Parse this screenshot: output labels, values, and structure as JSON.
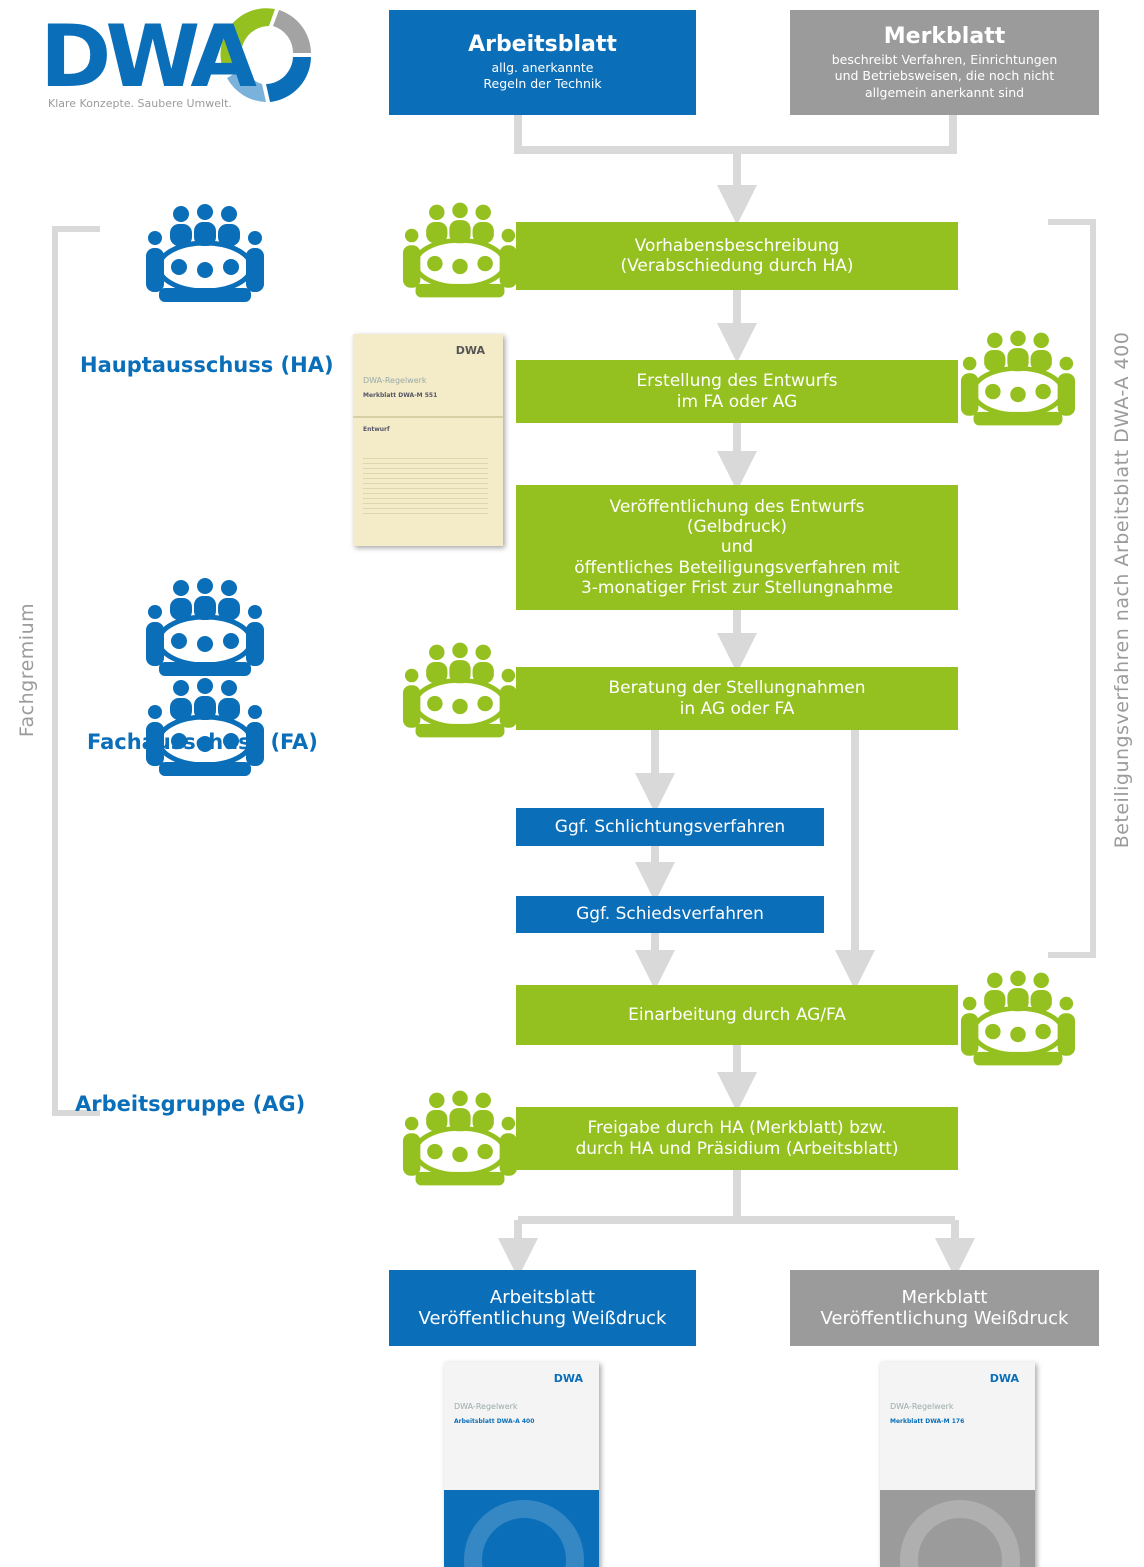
{
  "logo": {
    "text": "DWA",
    "tagline": "Klare Konzepte. Saubere Umwelt."
  },
  "top_boxes": {
    "arbeitsblatt": {
      "title": "Arbeitsblatt",
      "line1": "allg. anerkannte",
      "line2": "Regeln der Technik"
    },
    "merkblatt": {
      "title": "Merkblatt",
      "line1": "beschreibt Verfahren, Einrichtungen",
      "line2": "und Betriebsweisen, die noch nicht",
      "line3": "allgemein anerkannt sind"
    }
  },
  "committees": {
    "ha": "Hauptausschuss (HA)",
    "fa": "Fachausschuss (FA)",
    "ag": "Arbeitsgruppe (AG)"
  },
  "side_labels": {
    "left": "Fachgremium",
    "right": "Beteiligungsverfahren nach Arbeitsblatt DWA-A 400"
  },
  "steps": {
    "vorhaben": {
      "line1": "Vorhabensbeschreibung",
      "line2": "(Verabschiedung durch HA)"
    },
    "erstellung": {
      "line1": "Erstellung des Entwurfs",
      "line2": "im FA oder AG"
    },
    "veroeffentlichung": {
      "line1": "Veröffentlichung des Entwurfs",
      "line2": "(Gelbdruck)",
      "line3": "und",
      "line4": "öffentliches Beteiligungsverfahren mit",
      "line5": "3-monatiger Frist zur Stellungnahme"
    },
    "beratung": {
      "line1": "Beratung der Stellungnahmen",
      "line2": "in AG oder FA"
    },
    "schlichtung": "Ggf. Schlichtungsverfahren",
    "schieds": "Ggf. Schiedsverfahren",
    "einarbeitung": "Einarbeitung durch AG/FA",
    "freigabe": {
      "line1": "Freigabe durch HA (Merkblatt) bzw.",
      "line2": "durch HA und Präsidium (Arbeitsblatt)"
    }
  },
  "outputs": {
    "arbeitsblatt": {
      "title": "Arbeitsblatt",
      "sub": "Veröffentlichung Weißdruck"
    },
    "merkblatt": {
      "title": "Merkblatt",
      "sub": "Veröffentlichung Weißdruck"
    }
  },
  "documents": {
    "draft": {
      "brand": "DWA",
      "series": "DWA-Regelwerk",
      "name": "Merkblatt DWA-M 551",
      "status": "Entwurf"
    },
    "final_a": {
      "brand": "DWA",
      "series": "DWA-Regelwerk",
      "name": "Arbeitsblatt DWA-A 400"
    },
    "final_m": {
      "brand": "DWA",
      "series": "DWA-Regelwerk",
      "name": "Merkblatt DWA-M 176"
    }
  },
  "colors": {
    "blue": "#0a6eb9",
    "green": "#94c11f",
    "grey": "#9b9b9b",
    "connector": "#d9d9d9"
  }
}
